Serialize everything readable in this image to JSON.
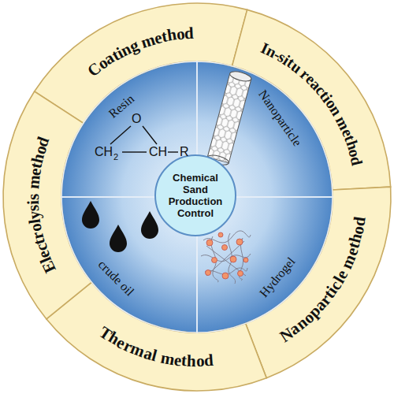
{
  "diagram": {
    "nodes": [
      {
        "text": [
          "Coating method"
        ]
      },
      {
        "text": [
          "In-situ reaction method"
        ]
      },
      {
        "text": [
          "Nanoparticle method"
        ]
      },
      {
        "text": [
          "Thermal method"
        ]
      },
      {
        "text": [
          "Electrolysis method"
        ]
      },
      {
        "text": [
          "Resin"
        ]
      },
      {
        "text": [
          "Nanoparticle"
        ]
      },
      {
        "text": [
          "Hydrogel"
        ]
      },
      {
        "text": [
          "crude oil"
        ]
      },
      {
        "text": [
          "Chemical Sand Production Control"
        ]
      }
    ],
    "labels": [
      "O",
      "CH",
      "2",
      "CH",
      "R"
    ]
  }
}
